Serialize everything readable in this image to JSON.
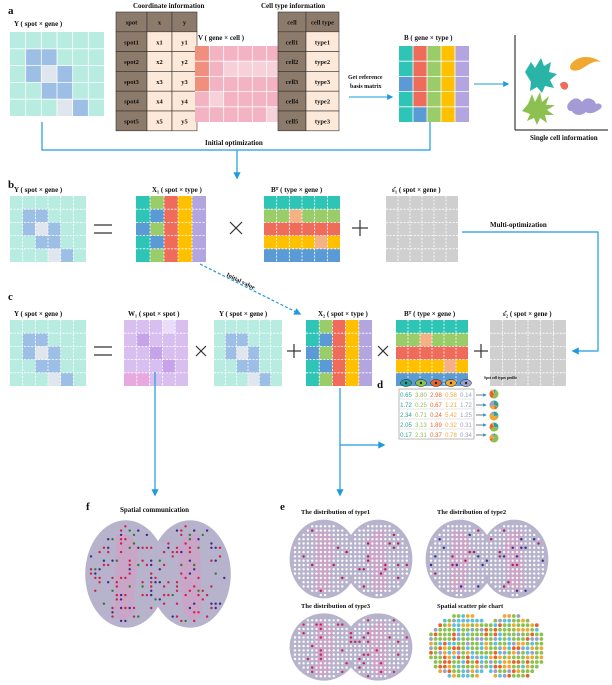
{
  "panels": {
    "a": "a",
    "b": "b",
    "c": "c",
    "d": "d",
    "e": "e",
    "f": "f"
  },
  "colors": {
    "arrow": "#1e9be0",
    "teal": "#2ec4b6",
    "blue": "#5b9bd5",
    "green": "#9acd69",
    "orange": "#f4b183",
    "red": "#ef6c5a",
    "yellow": "#ffc000",
    "lavender": "#b3a6e0",
    "mint": "#b9ece0",
    "spot_blue": "#9dbfe6",
    "pink": "#f2b8c6",
    "gray": "#cfcfcf",
    "purple": "#d8bff0",
    "table_brown": "#8c7a6b"
  },
  "panel_a": {
    "Y_label": "Y ( spot × gene )",
    "coord_title": "Coordinate information",
    "coord_table": {
      "headers": [
        "spot",
        "x",
        "y"
      ],
      "rows": [
        [
          "spot1",
          "x1",
          "y1"
        ],
        [
          "spot2",
          "x2",
          "y2"
        ],
        [
          "spot3",
          "x3",
          "y3"
        ],
        [
          "spot4",
          "x4",
          "y4"
        ],
        [
          "spot5",
          "x5",
          "y5"
        ]
      ]
    },
    "V_label": "V ( gene × cell )",
    "celltype_title": "Cell type information",
    "celltype_table": {
      "headers": [
        "cell",
        "cell type"
      ],
      "rows": [
        [
          "cell1",
          "type1"
        ],
        [
          "cell2",
          "type2"
        ],
        [
          "cell3",
          "type3"
        ],
        [
          "cell4",
          "type2"
        ],
        [
          "cell5",
          "type3"
        ]
      ]
    },
    "ref_label_1": "Get reference",
    "ref_label_2": "basis matrix",
    "B_label": "B ( gene × type )",
    "single_cell_label": "Single cell information",
    "initial_opt": "Initial optimization"
  },
  "panel_b": {
    "Y_label": "Y ( spot × gene )",
    "X1_label": "X₁ ( spot × type )",
    "BT_label": "Bᵀ ( type × gene )",
    "E1_label": "ε̂₁ ( spot × gene )",
    "multi_opt": "Multi-optimization",
    "initial_value": "Initial value"
  },
  "panel_c": {
    "Y_label": "Y ( spot × gene )",
    "W_label": "W₁ ( spot × spot )",
    "Y2_label": "Y ( spot × gene )",
    "X2_label": "X₂ ( spot × type )",
    "BT_label": "Bᵀ ( type × gene )",
    "E2_label": "ε̂₂ ( spot × gene )"
  },
  "panel_d": {
    "profile_label": "Spot cell types profile",
    "table": [
      [
        "0.65",
        "3.80",
        "2.98",
        "0.58",
        "0.14"
      ],
      [
        "1.72",
        "0.25",
        "0.67",
        "1.21",
        "1.72"
      ],
      [
        "2.34",
        "0.71",
        "0.24",
        "5.42",
        "1.25"
      ],
      [
        "2.05",
        "3.13",
        "1.89",
        "0.32",
        "0.31"
      ],
      [
        "0.17",
        "2.31",
        "0.37",
        "0.78",
        "0.34"
      ]
    ],
    "column_colors": [
      "#2aa198",
      "#8cc152",
      "#e8632b",
      "#f0a830",
      "#9aa0c8"
    ]
  },
  "panel_f": {
    "title": "Spatial communication"
  },
  "panel_e": {
    "type1": "The distribution of type1",
    "type2": "The distribution of type2",
    "type3": "The distribution of type3",
    "pie": "Spatial scatter pie chart"
  }
}
